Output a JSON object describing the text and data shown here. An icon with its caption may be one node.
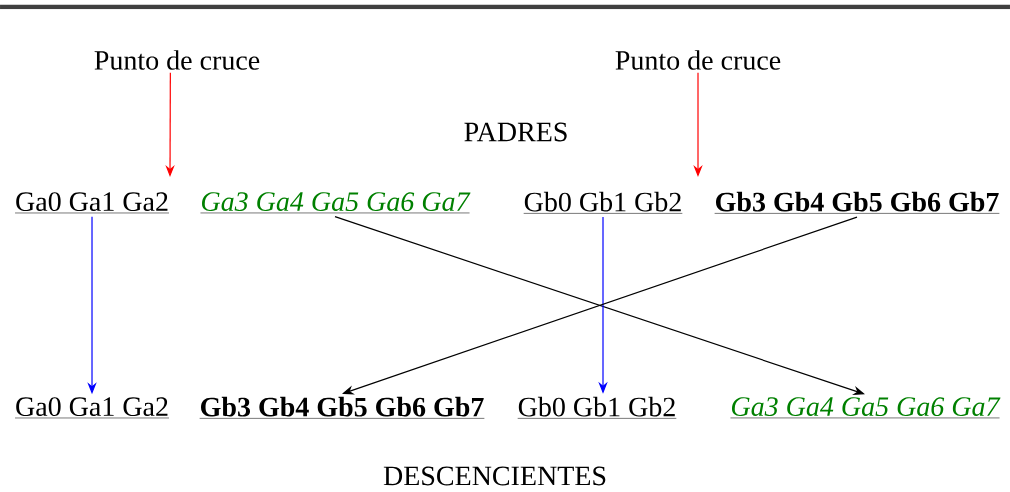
{
  "diagram": {
    "nodes": [
      {
        "text": [
          "Punto de cruce"
        ]
      },
      {
        "text": [
          "Punto de cruce"
        ]
      },
      {
        "text": [
          "Ga0 Ga1 Ga2"
        ]
      },
      {
        "text": [
          "Ga3 Ga4 Ga5 Ga6 Ga7"
        ]
      },
      {
        "text": [
          "Gb0 Gb1 Gb2"
        ]
      },
      {
        "text": [
          "Gb3 Gb4 Gb5 Gb6 Gb7"
        ]
      },
      {
        "text": [
          "Ga0 Ga1 Ga2"
        ]
      },
      {
        "text": [
          "Gb3 Gb4 Gb5 Gb6 Gb7"
        ]
      },
      {
        "text": [
          "Gb0 Gb1 Gb2"
        ]
      },
      {
        "text": [
          "Ga3 Ga4 Ga5 Ga6 Ga7"
        ]
      }
    ],
    "edges": [
      {
        "from": 0,
        "to": null,
        "arrow": "to",
        "color": "#ff0000"
      },
      {
        "from": 1,
        "to": null,
        "arrow": "to",
        "color": "#ff0000"
      },
      {
        "from": 2,
        "to": 6,
        "arrow": "to",
        "color": "#0000ff"
      },
      {
        "from": 3,
        "to": 9,
        "arrow": "to",
        "color": "#000000"
      },
      {
        "from": 4,
        "to": 8,
        "arrow": "to",
        "color": "#0000ff"
      },
      {
        "from": 5,
        "to": 7,
        "arrow": "to",
        "color": "#000000"
      }
    ],
    "labels": [
      "PADRES",
      "DESCENCIENTES"
    ]
  }
}
